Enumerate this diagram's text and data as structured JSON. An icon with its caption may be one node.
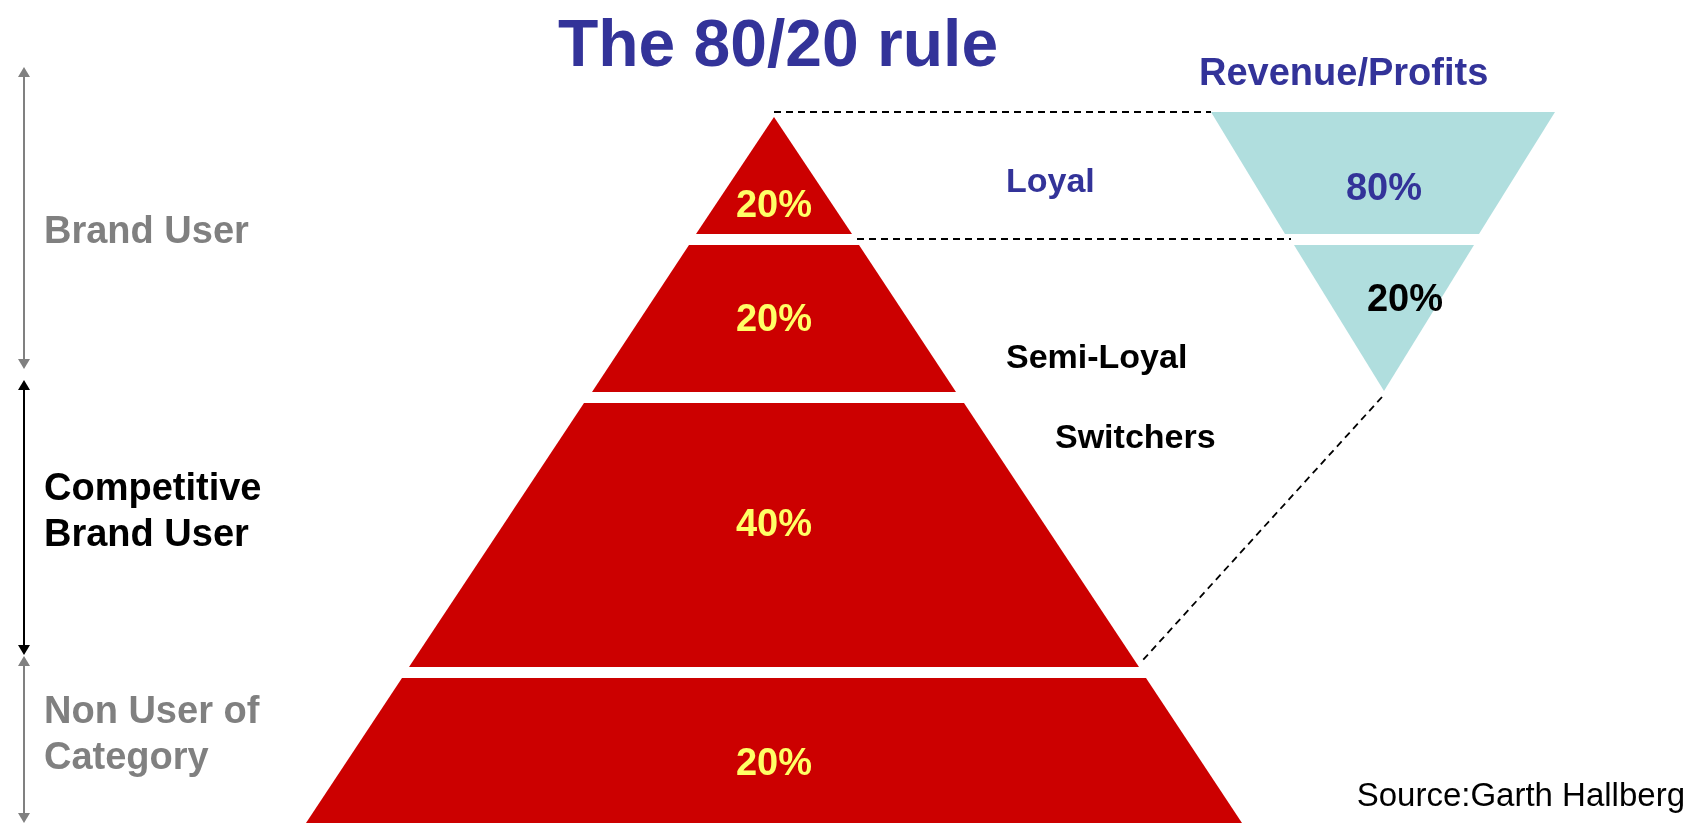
{
  "diagram": {
    "title": "The 80/20 rule",
    "nodes": [
      {
        "text": [
          "20%"
        ]
      },
      {
        "text": [
          "20%"
        ]
      },
      {
        "text": [
          "40%"
        ]
      },
      {
        "text": [
          "20%"
        ]
      },
      {
        "text": [
          "80%"
        ]
      },
      {
        "text": [
          "20%"
        ]
      }
    ],
    "edges": [
      {
        "from": 0,
        "to": 4,
        "arrow": "none",
        "style": "dashed"
      },
      {
        "from": 0,
        "to": 5,
        "arrow": "none",
        "style": "dashed"
      },
      {
        "from": 5,
        "to": 2,
        "arrow": "none",
        "style": "dashed"
      }
    ],
    "labels": [
      "Revenue/Profits",
      "Brand User",
      "Loyal",
      "Semi-Loyal",
      "Switchers",
      "Competitive Brand User",
      "Non User of Category"
    ],
    "caption": "Source:Garth Hallberg"
  }
}
